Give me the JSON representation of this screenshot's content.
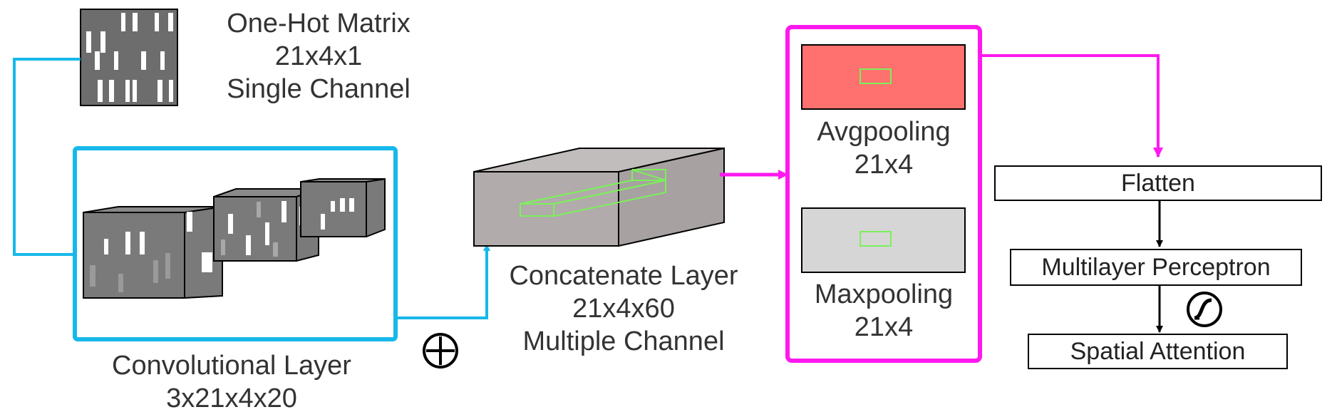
{
  "colors": {
    "cyan": "#17b8ea",
    "magenta": "#ff18f0",
    "avg_fill": "#ff716e",
    "max_fill": "#d6d6d6",
    "slice_outline": "#7cf05a",
    "block_face": "#b1abab"
  },
  "input": {
    "title": "One-Hot Matrix",
    "dims": "21x4x1",
    "channel": "Single Channel"
  },
  "conv": {
    "title": "Convolutional Layer",
    "dims": "3x21x4x20"
  },
  "concat": {
    "title": "Concatenate Layer",
    "dims": "21x4x60",
    "channel": "Multiple Channel"
  },
  "pooling": {
    "avg_title": "Avgpooling",
    "avg_dims": "21x4",
    "max_title": "Maxpooling",
    "max_dims": "21x4"
  },
  "head": {
    "flatten": "Flatten",
    "mlp": "Multilayer Perceptron",
    "attention": "Spatial Attention"
  },
  "icons": {
    "concat_op": "circle-plus-icon",
    "activation": "sigmoid-icon"
  }
}
